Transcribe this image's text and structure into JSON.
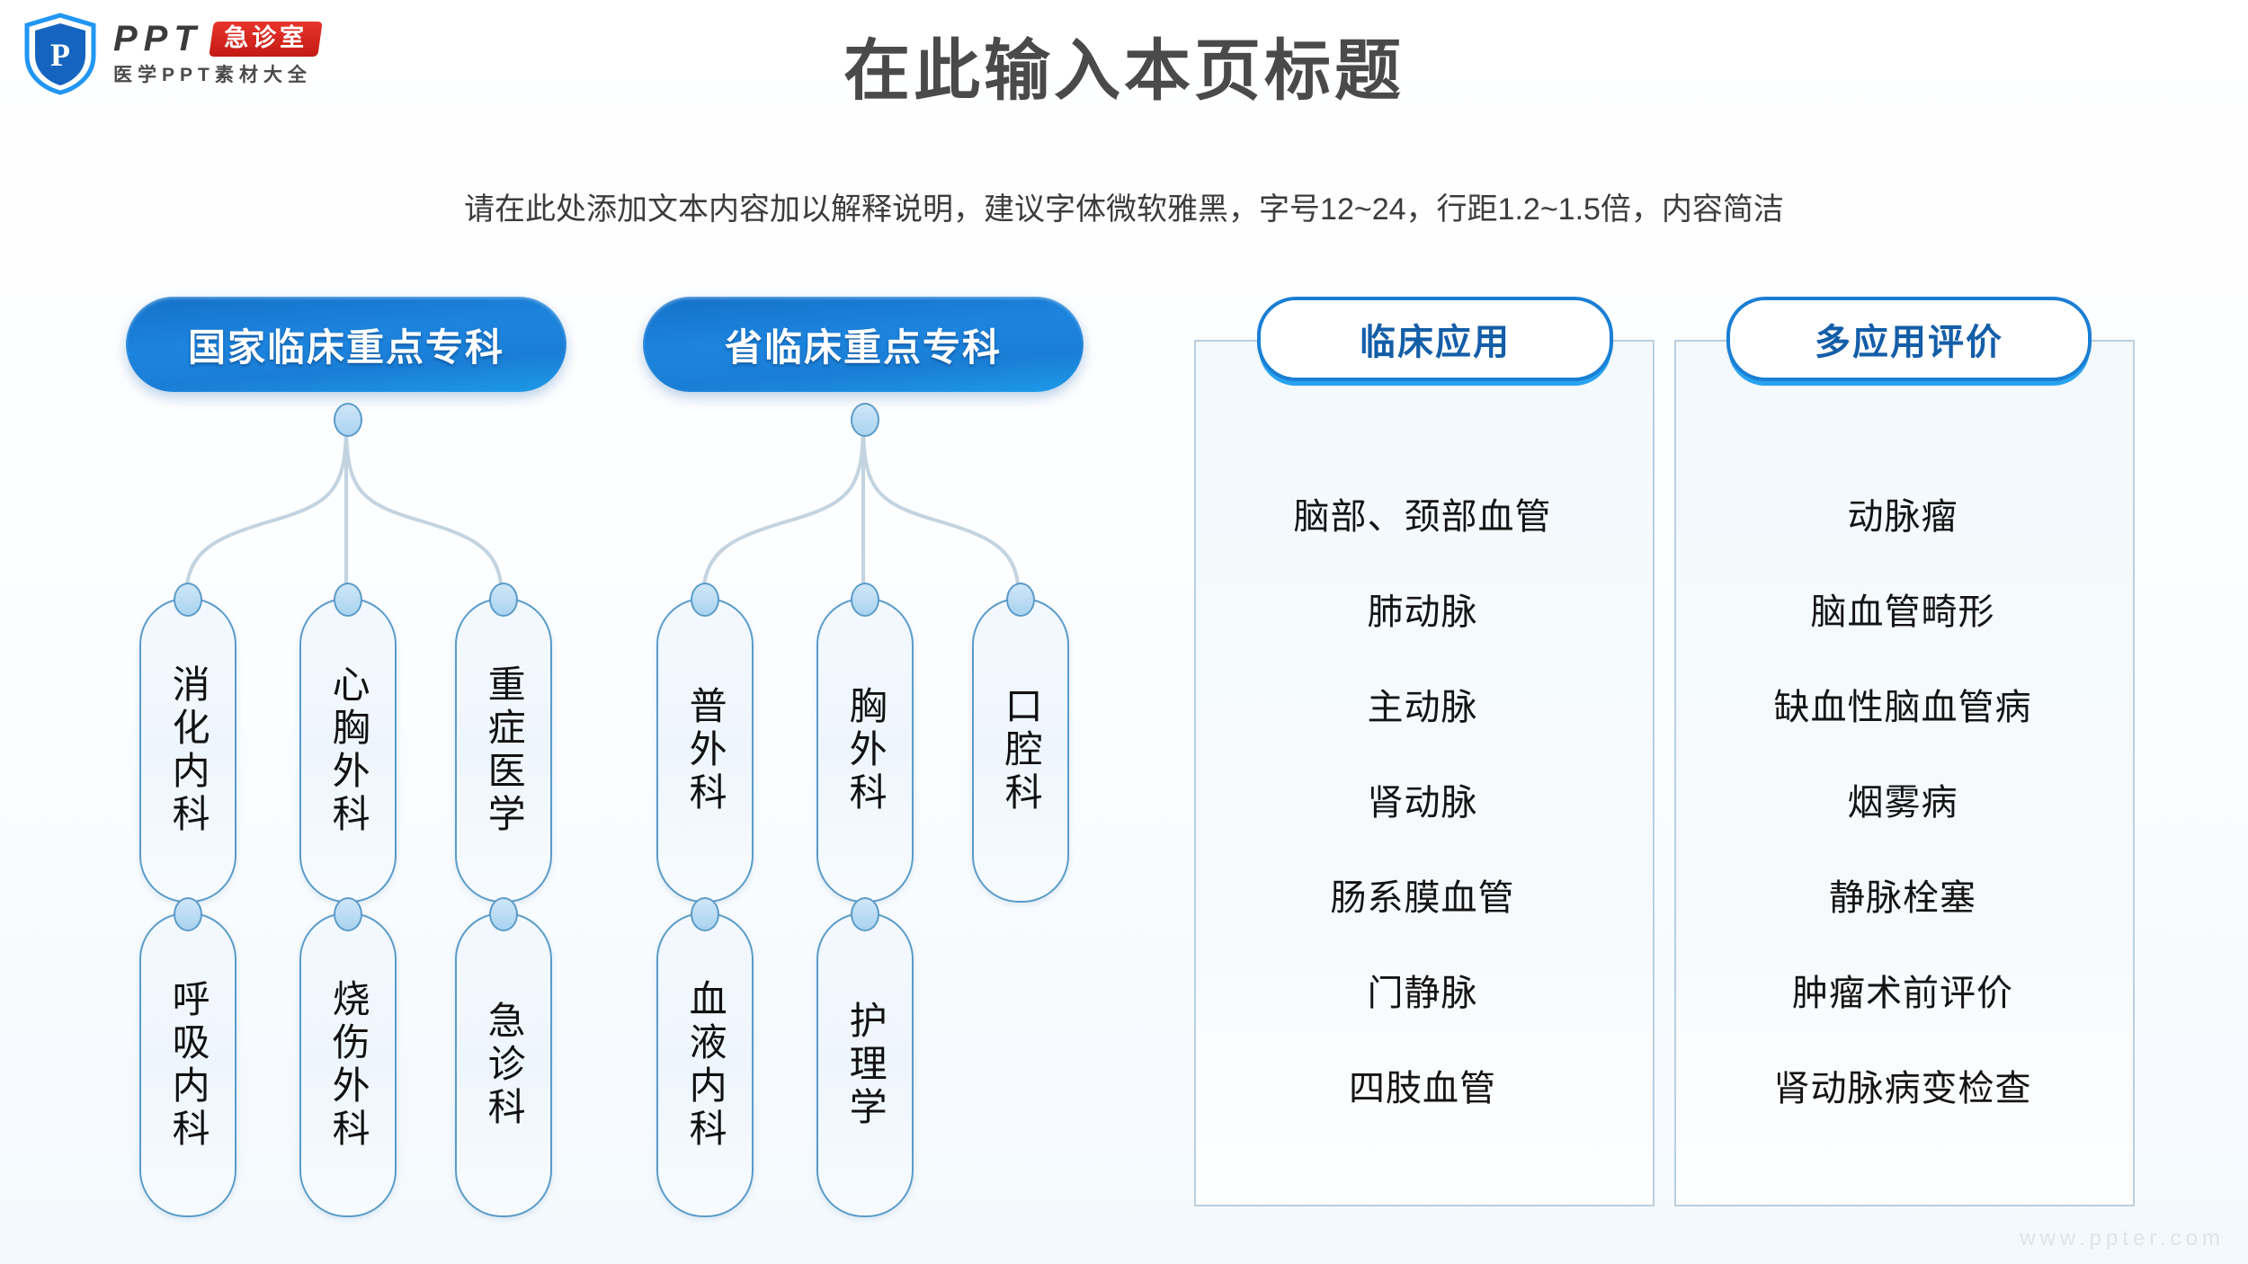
{
  "brand": {
    "logo_main": "PPT",
    "logo_badge": "急诊室",
    "logo_sub": "医学PPT素材大全",
    "shield_letter": "P"
  },
  "header": {
    "title": "在此输入本页标题",
    "subtitle": "请在此处添加文本内容加以解释说明，建议字体微软雅黑，字号12~24，行距1.2~1.5倍，内容简洁"
  },
  "trees": [
    {
      "heading": "国家临床重点专科",
      "row1": [
        "消化内科",
        "心胸外科",
        "重症医学"
      ],
      "row2": [
        "呼吸内科",
        "烧伤外科",
        "急诊科"
      ]
    },
    {
      "heading": "省临床重点专科",
      "row1": [
        "普外科",
        "胸外科",
        "口腔科"
      ],
      "row2": [
        "血液内科",
        "护理学"
      ]
    }
  ],
  "panels": [
    {
      "title": "临床应用",
      "items": [
        "脑部、颈部血管",
        "肺动脉",
        "主动脉",
        "肾动脉",
        "肠系膜血管",
        "门静脉",
        "四肢血管"
      ]
    },
    {
      "title": "多应用评价",
      "items": [
        "动脉瘤",
        "脑血管畸形",
        "缺血性脑血管病",
        "烟雾病",
        "静脉栓塞",
        "肿瘤术前评价",
        "肾动脉病变检查"
      ]
    }
  ],
  "footer": {
    "watermark": "www.ppter.com"
  },
  "colors": {
    "brand_blue": "#1a7fd4",
    "accent_blue": "#29a3f0",
    "node_border": "#5b9bc9",
    "panel_border": "#b9cfe2",
    "badge_red": "#d32419",
    "title_gray": "#4a4a4a"
  }
}
